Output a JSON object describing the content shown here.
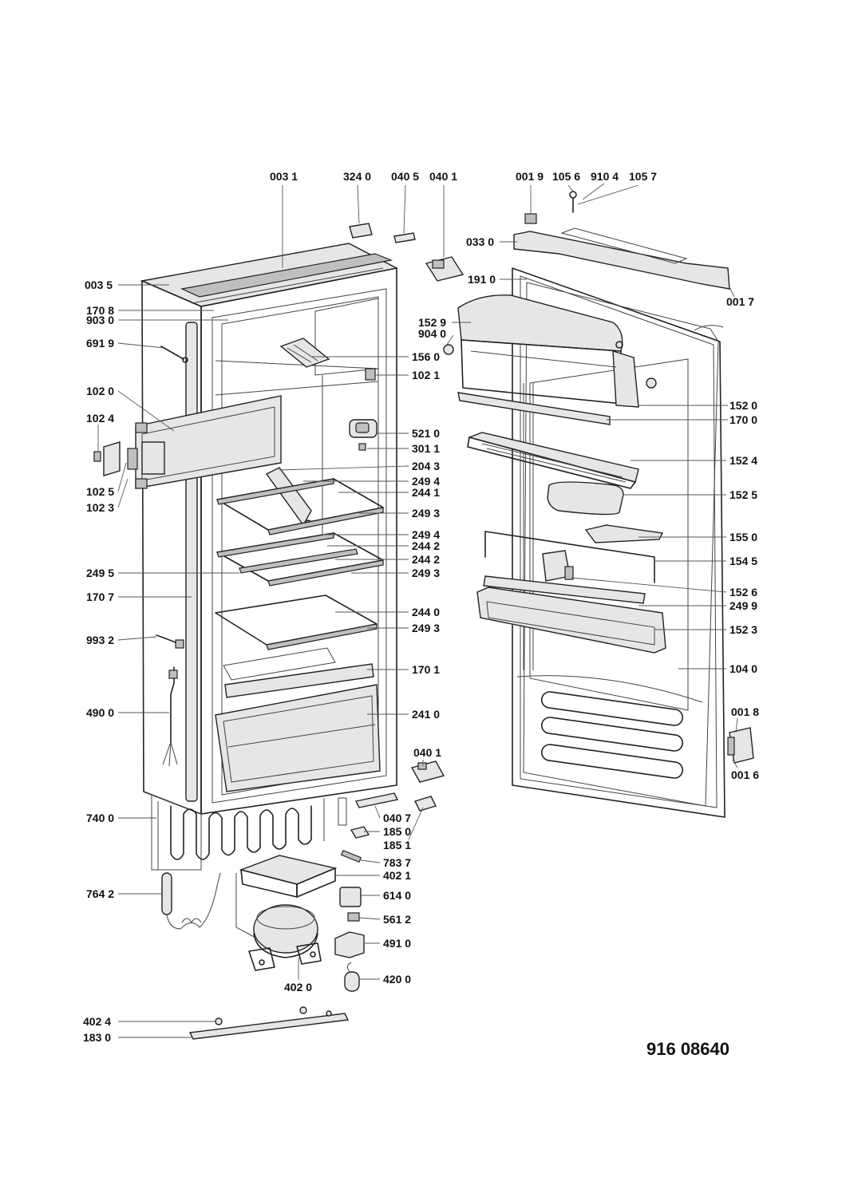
{
  "document": {
    "number": "916 08640"
  },
  "parts": [
    {
      "id": "p0031",
      "label": "003 1"
    },
    {
      "id": "p3240",
      "label": "324 0"
    },
    {
      "id": "p0405",
      "label": "040 5"
    },
    {
      "id": "p0401a",
      "label": "040 1"
    },
    {
      "id": "p0019",
      "label": "001 9"
    },
    {
      "id": "p1056",
      "label": "105 6"
    },
    {
      "id": "p9104",
      "label": "910 4"
    },
    {
      "id": "p1057",
      "label": "105 7"
    },
    {
      "id": "p0330",
      "label": "033 0"
    },
    {
      "id": "p0035",
      "label": "003 5"
    },
    {
      "id": "p1910",
      "label": "191 0"
    },
    {
      "id": "p0017",
      "label": "001 7"
    },
    {
      "id": "p1708",
      "label": "170 8"
    },
    {
      "id": "p9030",
      "label": "903 0"
    },
    {
      "id": "p1529",
      "label": "152 9"
    },
    {
      "id": "p9040",
      "label": "904 0"
    },
    {
      "id": "p6919",
      "label": "691 9"
    },
    {
      "id": "p1560",
      "label": "156 0"
    },
    {
      "id": "p1021",
      "label": "102 1"
    },
    {
      "id": "p1020",
      "label": "102 0"
    },
    {
      "id": "p1520",
      "label": "152 0"
    },
    {
      "id": "p1700",
      "label": "170 0"
    },
    {
      "id": "p1024",
      "label": "102 4"
    },
    {
      "id": "p5210",
      "label": "521 0"
    },
    {
      "id": "p3011",
      "label": "301 1"
    },
    {
      "id": "p1524",
      "label": "152 4"
    },
    {
      "id": "p2043",
      "label": "204 3"
    },
    {
      "id": "p1025",
      "label": "102 5"
    },
    {
      "id": "p2494a",
      "label": "249 4"
    },
    {
      "id": "p1023",
      "label": "102 3"
    },
    {
      "id": "p2441",
      "label": "244 1"
    },
    {
      "id": "p1525",
      "label": "152 5"
    },
    {
      "id": "p2493a",
      "label": "249 3"
    },
    {
      "id": "p1550",
      "label": "155 0"
    },
    {
      "id": "p2494b",
      "label": "249 4"
    },
    {
      "id": "p2442a",
      "label": "244 2"
    },
    {
      "id": "p1545",
      "label": "154 5"
    },
    {
      "id": "p2442b",
      "label": "244 2"
    },
    {
      "id": "p2495",
      "label": "249 5"
    },
    {
      "id": "p2493b",
      "label": "249 3"
    },
    {
      "id": "p1526",
      "label": "152 6"
    },
    {
      "id": "p1707",
      "label": "170 7"
    },
    {
      "id": "p2499",
      "label": "249 9"
    },
    {
      "id": "p2440",
      "label": "244 0"
    },
    {
      "id": "p1523",
      "label": "152 3"
    },
    {
      "id": "p2493c",
      "label": "249 3"
    },
    {
      "id": "p9932",
      "label": "993 2"
    },
    {
      "id": "p1701",
      "label": "170 1"
    },
    {
      "id": "p1040",
      "label": "104 0"
    },
    {
      "id": "p4900",
      "label": "490 0"
    },
    {
      "id": "p2410",
      "label": "241 0"
    },
    {
      "id": "p0018",
      "label": "001 8"
    },
    {
      "id": "p0401b",
      "label": "040 1"
    },
    {
      "id": "p0016",
      "label": "001 6"
    },
    {
      "id": "p7400",
      "label": "740 0"
    },
    {
      "id": "p0407",
      "label": "040 7"
    },
    {
      "id": "p1850",
      "label": "185 0"
    },
    {
      "id": "p1851",
      "label": "185 1"
    },
    {
      "id": "p7837",
      "label": "783 7"
    },
    {
      "id": "p4021",
      "label": "402 1"
    },
    {
      "id": "p7642",
      "label": "764 2"
    },
    {
      "id": "p6140",
      "label": "614 0"
    },
    {
      "id": "p5612",
      "label": "561 2"
    },
    {
      "id": "p4910",
      "label": "491 0"
    },
    {
      "id": "p4200",
      "label": "420 0"
    },
    {
      "id": "p4020",
      "label": "402 0"
    },
    {
      "id": "p4024",
      "label": "402 4"
    },
    {
      "id": "p1830",
      "label": "183 0"
    }
  ]
}
